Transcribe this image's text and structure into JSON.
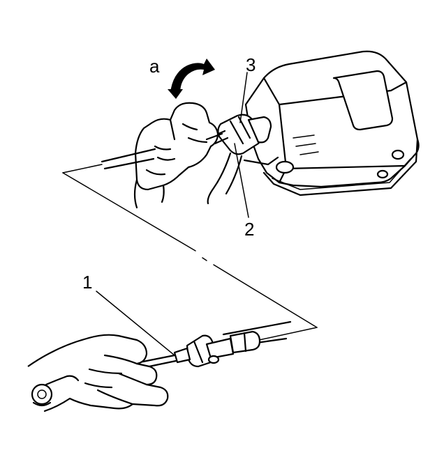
{
  "callouts": {
    "one": "1",
    "two": "2",
    "three": "3",
    "a": "a"
  }
}
